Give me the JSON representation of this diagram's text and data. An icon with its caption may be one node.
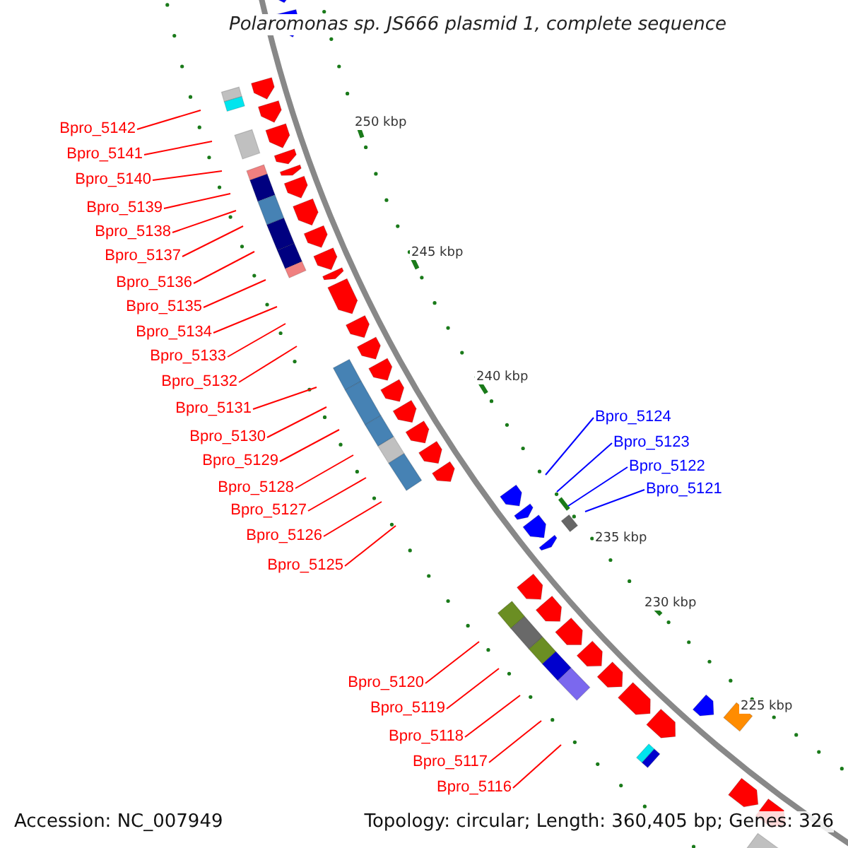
{
  "diagram": {
    "title": "Polaromonas sp. JS666 plasmid 1, complete sequence",
    "nodes": [
      {
        "text": [
          "Bpro_5142"
        ]
      },
      {
        "text": [
          "Bpro_5141"
        ]
      },
      {
        "text": [
          "Bpro_5140"
        ]
      },
      {
        "text": [
          "Bpro_5139"
        ]
      },
      {
        "text": [
          "Bpro_5138"
        ]
      },
      {
        "text": [
          "Bpro_5137"
        ]
      },
      {
        "text": [
          "Bpro_5136"
        ]
      },
      {
        "text": [
          "Bpro_5135"
        ]
      },
      {
        "text": [
          "Bpro_5134"
        ]
      },
      {
        "text": [
          "Bpro_5133"
        ]
      },
      {
        "text": [
          "Bpro_5132"
        ]
      },
      {
        "text": [
          "Bpro_5131"
        ]
      },
      {
        "text": [
          "Bpro_5130"
        ]
      },
      {
        "text": [
          "Bpro_5129"
        ]
      },
      {
        "text": [
          "Bpro_5128"
        ]
      },
      {
        "text": [
          "Bpro_5127"
        ]
      },
      {
        "text": [
          "Bpro_5126"
        ]
      },
      {
        "text": [
          "Bpro_5125"
        ]
      },
      {
        "text": [
          "Bpro_5124"
        ]
      },
      {
        "text": [
          "Bpro_5123"
        ]
      },
      {
        "text": [
          "Bpro_5122"
        ]
      },
      {
        "text": [
          "Bpro_5121"
        ]
      },
      {
        "text": [
          "Bpro_5120"
        ]
      },
      {
        "text": [
          "Bpro_5119"
        ]
      },
      {
        "text": [
          "Bpro_5118"
        ]
      },
      {
        "text": [
          "Bpro_5117"
        ]
      },
      {
        "text": [
          "Bpro_5116"
        ]
      }
    ],
    "edges": [
      {
        "from": 0,
        "to": null,
        "arrow": "none"
      },
      {
        "from": 1,
        "to": null,
        "arrow": "none"
      },
      {
        "from": 2,
        "to": null,
        "arrow": "none"
      },
      {
        "from": 3,
        "to": null,
        "arrow": "none"
      },
      {
        "from": 4,
        "to": null,
        "arrow": "none"
      },
      {
        "from": 5,
        "to": null,
        "arrow": "none"
      },
      {
        "from": 6,
        "to": null,
        "arrow": "none"
      },
      {
        "from": 7,
        "to": null,
        "arrow": "none"
      },
      {
        "from": 8,
        "to": null,
        "arrow": "none"
      },
      {
        "from": 9,
        "to": null,
        "arrow": "none"
      },
      {
        "from": 10,
        "to": null,
        "arrow": "none"
      },
      {
        "from": 11,
        "to": null,
        "arrow": "none"
      },
      {
        "from": 12,
        "to": null,
        "arrow": "none"
      },
      {
        "from": 13,
        "to": null,
        "arrow": "none"
      },
      {
        "from": 14,
        "to": null,
        "arrow": "none"
      },
      {
        "from": 15,
        "to": null,
        "arrow": "none"
      },
      {
        "from": 16,
        "to": null,
        "arrow": "none"
      },
      {
        "from": 17,
        "to": null,
        "arrow": "none"
      },
      {
        "from": 18,
        "to": null,
        "arrow": "none",
        "color": "#0000ff"
      },
      {
        "from": 19,
        "to": null,
        "arrow": "none",
        "color": "#0000ff"
      },
      {
        "from": 20,
        "to": null,
        "arrow": "none",
        "color": "#0000ff"
      },
      {
        "from": 21,
        "to": null,
        "arrow": "none",
        "color": "#0000ff"
      },
      {
        "from": 22,
        "to": null,
        "arrow": "none"
      },
      {
        "from": 23,
        "to": null,
        "arrow": "none"
      },
      {
        "from": 24,
        "to": null,
        "arrow": "none"
      },
      {
        "from": 25,
        "to": null,
        "arrow": "none"
      },
      {
        "from": 26,
        "to": null,
        "arrow": "none"
      }
    ],
    "labels": [
      "250 kbp",
      "245 kbp",
      "240 kbp",
      "235 kbp",
      "230 kbp",
      "225 kbp",
      "Accession: NC_007949",
      "Topology: circular; Length: 360,405 bp; Genes: 326"
    ]
  }
}
